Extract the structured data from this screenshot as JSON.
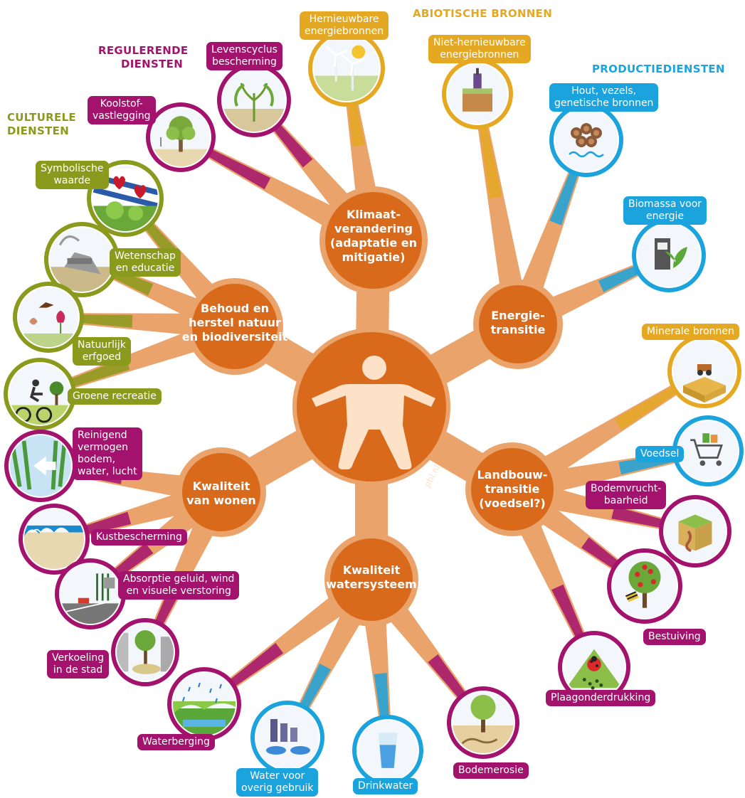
{
  "categories": {
    "abiotic": "ABIOTISCHE BRONNEN",
    "regulating": [
      "REGULERENDE",
      "DIENSTEN"
    ],
    "productie": "PRODUCTIEDIENSTEN",
    "cultural": [
      "CULTURELE",
      "DIENSTEN"
    ]
  },
  "hubs": {
    "klimaat": [
      "Klimaat-",
      "verandering",
      "(adaptatie en",
      "mitigatie)"
    ],
    "energie": [
      "Energie-",
      "transitie"
    ],
    "behoud": [
      "Behoud en",
      "herstel natuur",
      "en biodiversiteit"
    ],
    "wonen": [
      "Kwaliteit",
      "van wonen"
    ],
    "landbouw": [
      "Landbouw-",
      "transitie",
      "(voedsel?)"
    ],
    "water": [
      "Kwaliteit",
      "watersysteem"
    ]
  },
  "center_credit": "pbl.nl",
  "services": {
    "hernieuwbaar": [
      "Hernieuwbare",
      "energiebronnen"
    ],
    "niet_hernieuwbaar": [
      "Niet-hernieuwbare",
      "energiebronnen"
    ],
    "levenscyclus": [
      "Levenscyclus",
      "bescherming"
    ],
    "koolstof": [
      "Koolstof-",
      "vastlegging"
    ],
    "hout": [
      "Hout, vezels,",
      "genetische bronnen"
    ],
    "biomassa": [
      "Biomassa voor",
      "energie"
    ],
    "symbolische": [
      "Symbolische",
      "waarde"
    ],
    "wetenschap": [
      "Wetenschap",
      "en educatie"
    ],
    "natuurlijk": [
      "Natuurlijk",
      "erfgoed"
    ],
    "groene": [
      "Groene recreatie"
    ],
    "minerale": [
      "Minerale bronnen"
    ],
    "reinigend": [
      "Reinigend",
      "vermogen",
      "bodem,",
      "water, lucht"
    ],
    "voedsel": [
      "Voedsel"
    ],
    "bodemvrucht": [
      "Bodemvrucht-",
      "baarheid"
    ],
    "kust": [
      "Kustbescherming"
    ],
    "absorptie": [
      "Absorptie geluid, wind",
      "en visuele verstoring"
    ],
    "bestuiving": [
      "Bestuiving"
    ],
    "verkoeling": [
      "Verkoeling",
      "in de stad"
    ],
    "plaag": [
      "Plaagonderdrukking"
    ],
    "waterberging": [
      "Waterberging"
    ],
    "water_overig": [
      "Water voor",
      "overig gebruik"
    ],
    "drinkwater": [
      "Drinkwater"
    ],
    "bodemerosie": [
      "Bodemerosie"
    ]
  },
  "colors": {
    "regulerend": "#a3136e",
    "productie": "#1aa3dc",
    "abiotisch": "#e5a823",
    "cultureel": "#8a9a1c",
    "hub": "#d96a1c",
    "network": "#eaa36a"
  },
  "icons": {
    "center": "person-icon",
    "hernieuwbaar": "wind-turbine-icon",
    "niet_hernieuwbaar": "drilling-icon",
    "levenscyclus": "plant-cycle-icon",
    "koolstof": "tree-co2-icon",
    "hout": "logs-dna-icon",
    "biomassa": "fuel-pump-leaf-icon",
    "symbolische": "frisian-flag-icon",
    "wetenschap": "excavation-icon",
    "natuurlijk": "bird-butterfly-tulip-icon",
    "groene": "cyclist-icon",
    "minerale": "mining-truck-icon",
    "reinigend": "filter-arrow-icon",
    "voedsel": "shopping-cart-icon",
    "bodemvrucht": "soil-worm-icon",
    "kust": "dune-wave-icon",
    "absorptie": "noise-barrier-icon",
    "bestuiving": "apple-tree-bee-icon",
    "verkoeling": "city-tree-icon",
    "plaag": "ladybug-leaf-icon",
    "waterberging": "rain-landscape-icon",
    "water_overig": "industry-water-icon",
    "drinkwater": "water-glass-icon",
    "bodemerosie": "eroding-tree-icon"
  }
}
